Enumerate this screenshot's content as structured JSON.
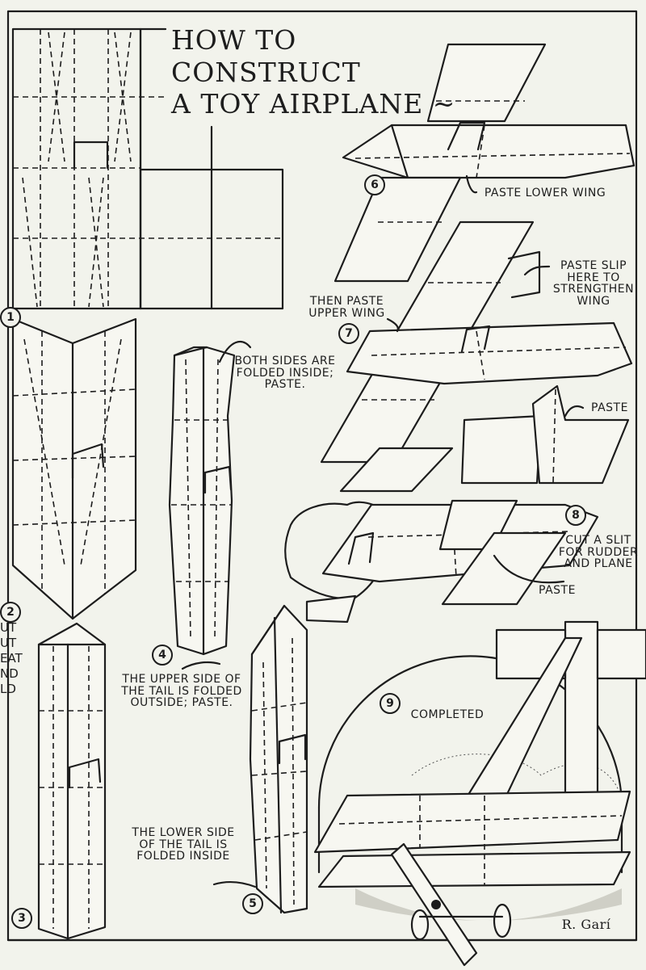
{
  "title": {
    "line1": "How to Construct",
    "line2": "a Toy Airplane ~"
  },
  "step_numbers": {
    "s1": "1",
    "s2": "2",
    "s3": "3",
    "s4": "4",
    "s5": "5",
    "s6": "6",
    "s7": "7",
    "s8": "8",
    "s9": "9"
  },
  "labels": {
    "both_sides": "Both sides are folded inside; paste.",
    "paste_lower_wing": "Paste lower wing",
    "paste_slip": "Paste slip here to strengthen wing",
    "then_paste_upper": "Then paste upper wing",
    "paste_right": "Paste",
    "cut_slit": "Cut a slit for rudder and plane",
    "paste_bottom": "Paste",
    "upper_tail": "The upper side of the tail is folded outside; paste.",
    "lower_tail": "The lower side of the tail is folded inside",
    "completed": "Completed",
    "signature": "R. Garí"
  },
  "cut_text": [
    "ut",
    "ut",
    "eat",
    "nd",
    "ld"
  ]
}
